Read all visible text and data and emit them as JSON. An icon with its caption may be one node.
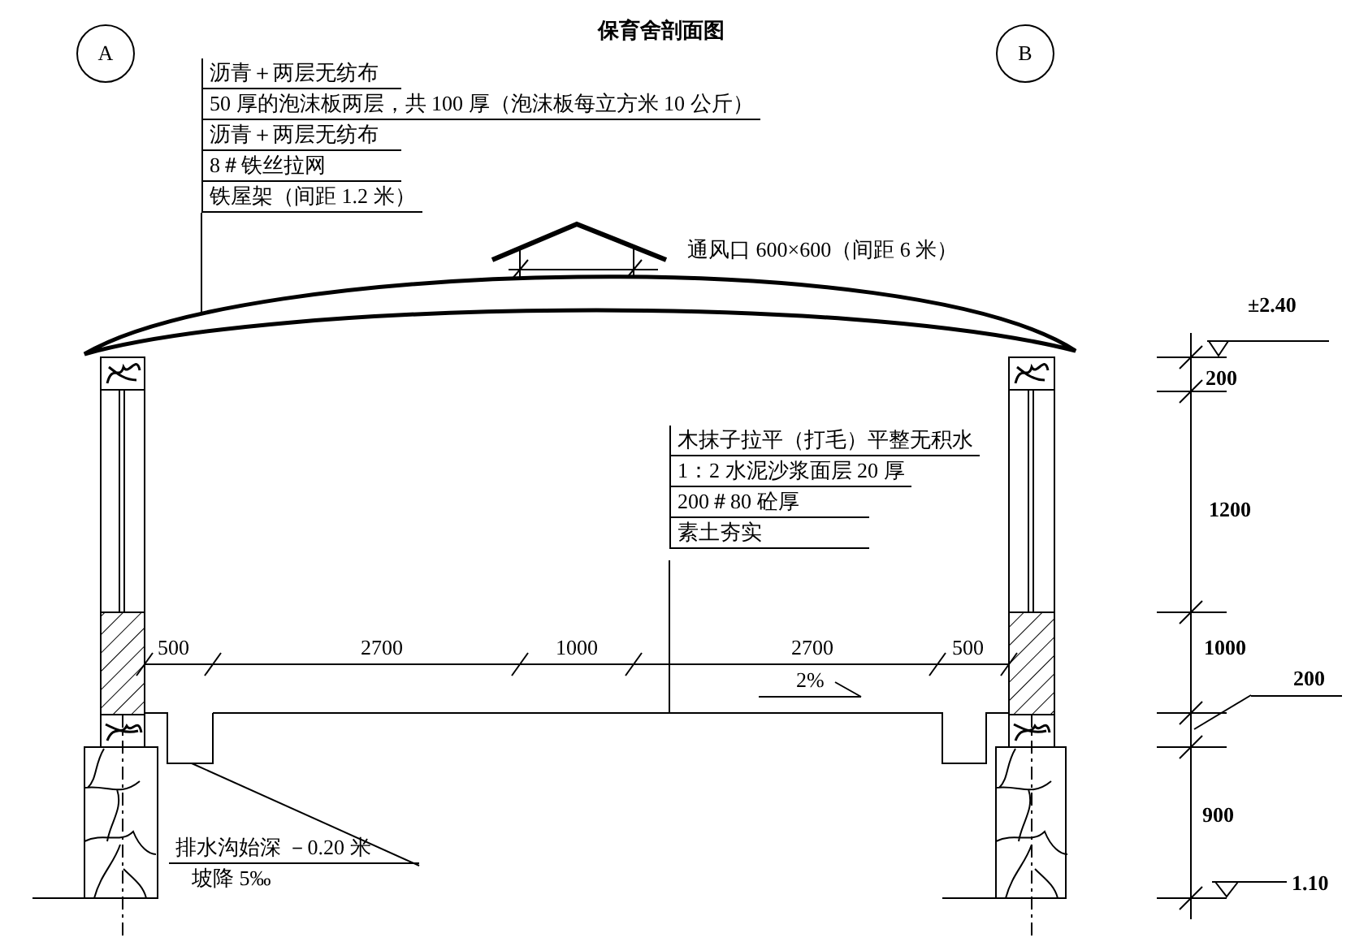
{
  "diagram": {
    "title": "保育舍剖面图",
    "nodes": [
      {
        "text": [
          "A"
        ]
      },
      {
        "text": [
          "B"
        ]
      },
      {
        "text": [
          "沥青＋两层无纺布",
          "50 厚的泡沫板两层，共 100 厚（泡沫板每立方米 10 公斤）",
          "沥青＋两层无纺布",
          "8＃铁丝拉网",
          "铁屋架（间距 1.2 米）"
        ]
      },
      {
        "text": [],
        "shape": "picture"
      },
      {
        "text": [
          "木抹子拉平（打毛）平整无积水",
          "1：2 水泥沙浆面层 20 厚",
          "200＃80 砼厚",
          "素土夯实"
        ]
      },
      {
        "text": [],
        "shape": "picture"
      },
      {
        "text": [
          "排水沟始深 －0.20 米",
          "坡降 5‰"
        ]
      },
      {
        "text": [],
        "shape": "picture"
      },
      {
        "text": [
          "200"
        ]
      }
    ],
    "edges": [
      {
        "from": 2,
        "to": 3,
        "arrow": "none"
      },
      {
        "from": 4,
        "to": 5,
        "arrow": "none"
      },
      {
        "from": 6,
        "to": 7,
        "arrow": "none"
      },
      {
        "from": 8,
        "to": null,
        "arrow": "none"
      }
    ],
    "labels": [
      "通风口 600×600（间距 6 米）",
      "±2.40",
      "200",
      "1200",
      "500",
      "2700",
      "1000",
      "2700",
      "500",
      "1000",
      "2%",
      "900",
      "1.10"
    ]
  }
}
